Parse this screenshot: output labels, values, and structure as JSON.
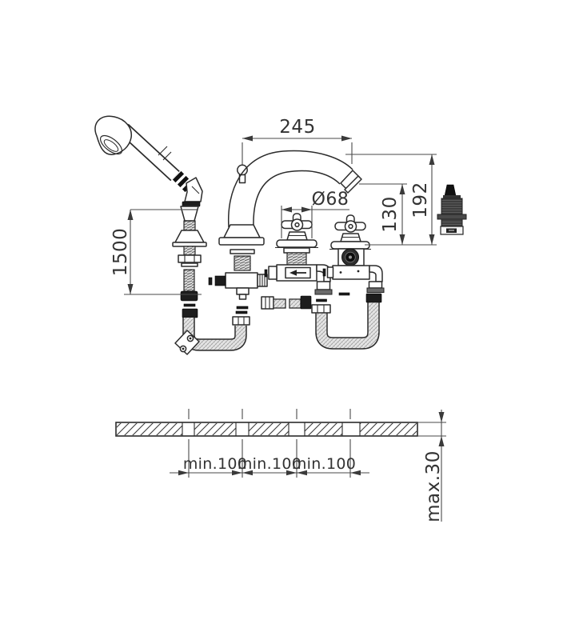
{
  "diagram": {
    "kind": "technical installation drawing",
    "subject": "4-hole deck-mounted bath mixer with hand shower",
    "background": "#ffffff",
    "line_color": "#2b2b2b",
    "dim_color": "#3a3a3a",
    "labels": {
      "spout_reach_mm": "245",
      "escutcheon_diameter": "Ø68",
      "spout_outlet_height_mm": "130",
      "spout_total_height_mm": "192",
      "shower_hose_length_mm": "1500",
      "min_hole_spacing": [
        "min.100",
        "min.100",
        "min.100"
      ],
      "max_deck_thickness": "max.30"
    }
  }
}
